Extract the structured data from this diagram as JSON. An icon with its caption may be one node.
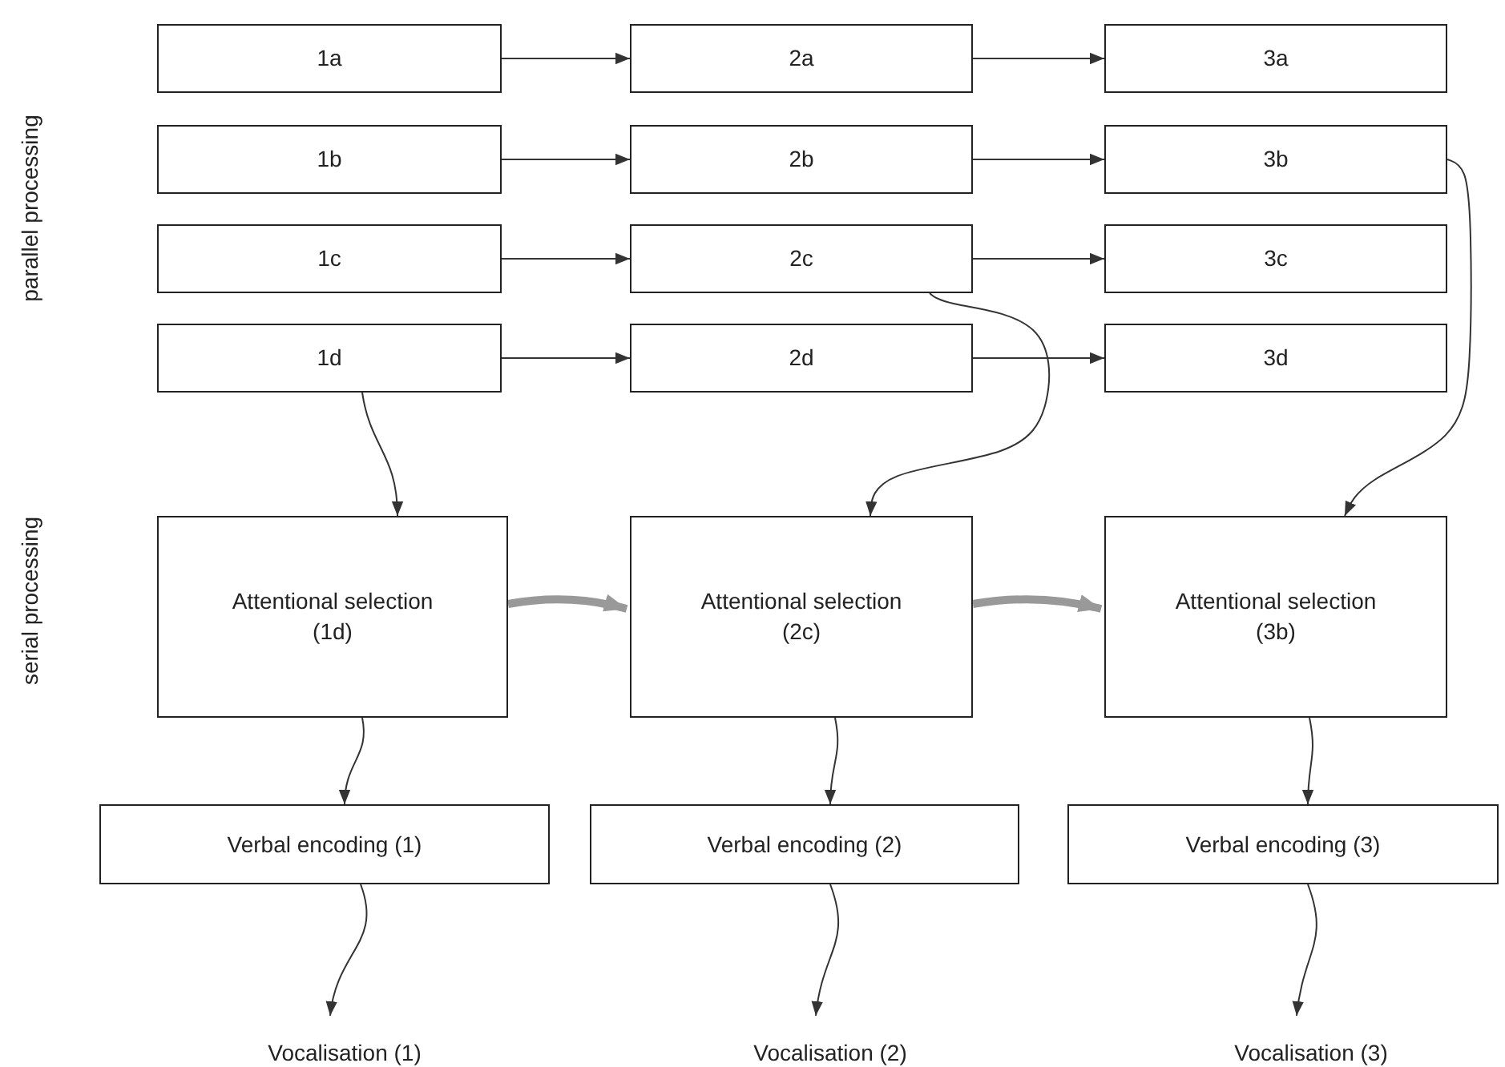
{
  "diagram": {
    "nodes": [
      {
        "text": [
          "1a"
        ]
      },
      {
        "text": [
          "2a"
        ]
      },
      {
        "text": [
          "3a"
        ]
      },
      {
        "text": [
          "1b"
        ]
      },
      {
        "text": [
          "2b"
        ]
      },
      {
        "text": [
          "3b"
        ]
      },
      {
        "text": [
          "1c"
        ]
      },
      {
        "text": [
          "2c"
        ]
      },
      {
        "text": [
          "3c"
        ]
      },
      {
        "text": [
          "1d"
        ]
      },
      {
        "text": [
          "2d"
        ]
      },
      {
        "text": [
          "3d"
        ]
      },
      {
        "text": [
          "Attentional selection (1d)"
        ]
      },
      {
        "text": [
          "Attentional selection (2c)"
        ]
      },
      {
        "text": [
          "Attentional selection (3b)"
        ]
      },
      {
        "text": [
          "Verbal encoding (1)"
        ]
      },
      {
        "text": [
          "Verbal encoding (2)"
        ]
      },
      {
        "text": [
          "Verbal encoding (3)"
        ]
      },
      {
        "text": [
          "Vocalisation (1)"
        ]
      },
      {
        "text": [
          "Vocalisation (2)"
        ]
      },
      {
        "text": [
          "Vocalisation (3)"
        ]
      }
    ],
    "edges": [
      {
        "from": 0,
        "to": 1,
        "arrow": "to"
      },
      {
        "from": 1,
        "to": 2,
        "arrow": "to"
      },
      {
        "from": 3,
        "to": 4,
        "arrow": "to"
      },
      {
        "from": 4,
        "to": 5,
        "arrow": "to"
      },
      {
        "from": 6,
        "to": 7,
        "arrow": "to"
      },
      {
        "from": 7,
        "to": 8,
        "arrow": "to"
      },
      {
        "from": 9,
        "to": 10,
        "arrow": "to"
      },
      {
        "from": 10,
        "to": 11,
        "arrow": "to"
      },
      {
        "from": 9,
        "to": 12,
        "arrow": "to"
      },
      {
        "from": 7,
        "to": 13,
        "arrow": "to"
      },
      {
        "from": 5,
        "to": 14,
        "arrow": "to"
      },
      {
        "from": 12,
        "to": 13,
        "arrow": "to",
        "style": "thick",
        "color": "#999999"
      },
      {
        "from": 13,
        "to": 14,
        "arrow": "to",
        "style": "thick",
        "color": "#999999"
      },
      {
        "from": 12,
        "to": 15,
        "arrow": "to"
      },
      {
        "from": 13,
        "to": 16,
        "arrow": "to"
      },
      {
        "from": 14,
        "to": 17,
        "arrow": "to"
      },
      {
        "from": 15,
        "to": 18,
        "arrow": "to"
      },
      {
        "from": 16,
        "to": 19,
        "arrow": "to"
      },
      {
        "from": 17,
        "to": 20,
        "arrow": "to"
      }
    ],
    "labels": [
      "parallel processing",
      "serial processing"
    ]
  }
}
